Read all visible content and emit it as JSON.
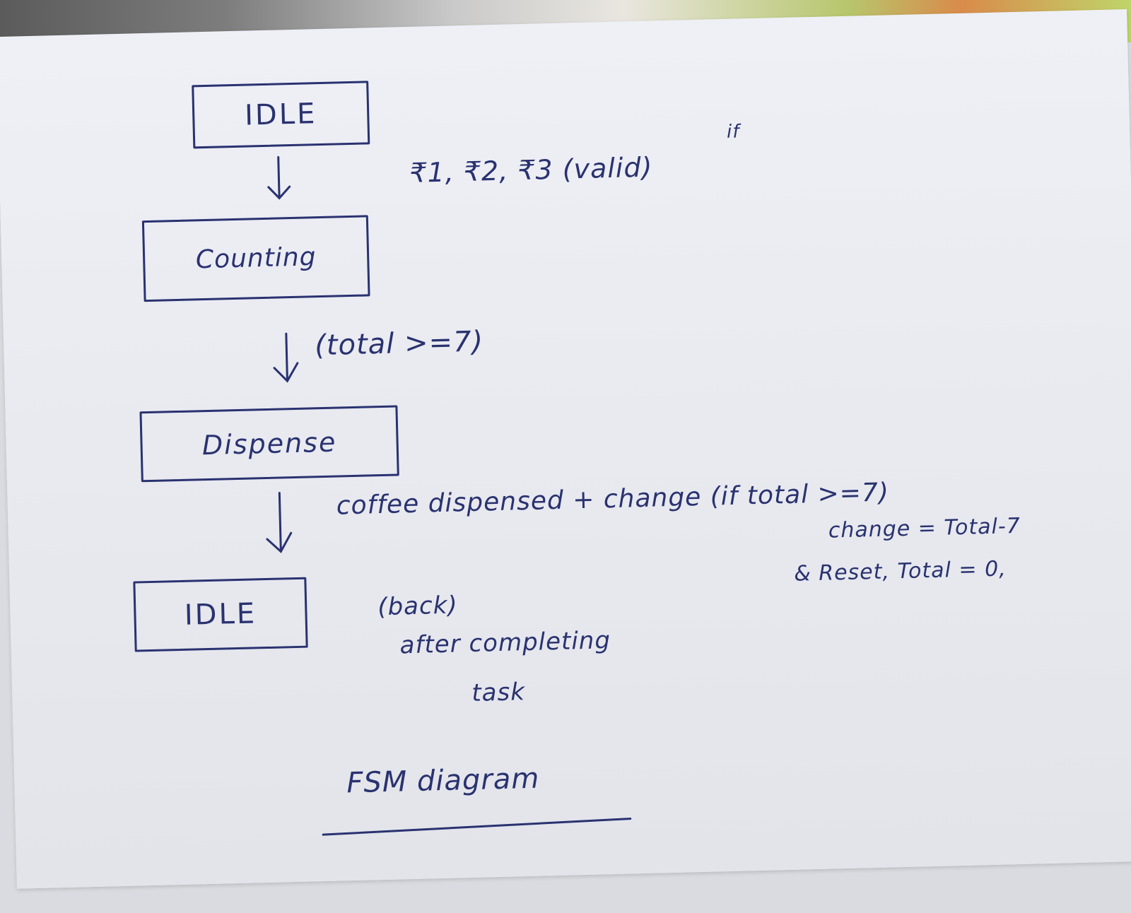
{
  "states": [
    {
      "id": "idle-top",
      "label": "IDLE"
    },
    {
      "id": "counting",
      "label": "Counting"
    },
    {
      "id": "dispense",
      "label": "Dispense"
    },
    {
      "id": "idle-bottom",
      "label": "IDLE"
    }
  ],
  "transitions": {
    "idle_to_counting": {
      "label": "₹1, ₹2, ₹3 (valid)",
      "note": "if"
    },
    "counting_to_dispense": {
      "label": "(total >=7)"
    },
    "dispense_to_idle": {
      "label": "coffee dispensed + change (if total >=7)",
      "line2": "change = Total-7",
      "line3": "& Reset, Total = 0,"
    }
  },
  "idle_note": {
    "line1": "(back)",
    "line2": "after completing",
    "line3": "task"
  },
  "caption": "FSM diagram"
}
